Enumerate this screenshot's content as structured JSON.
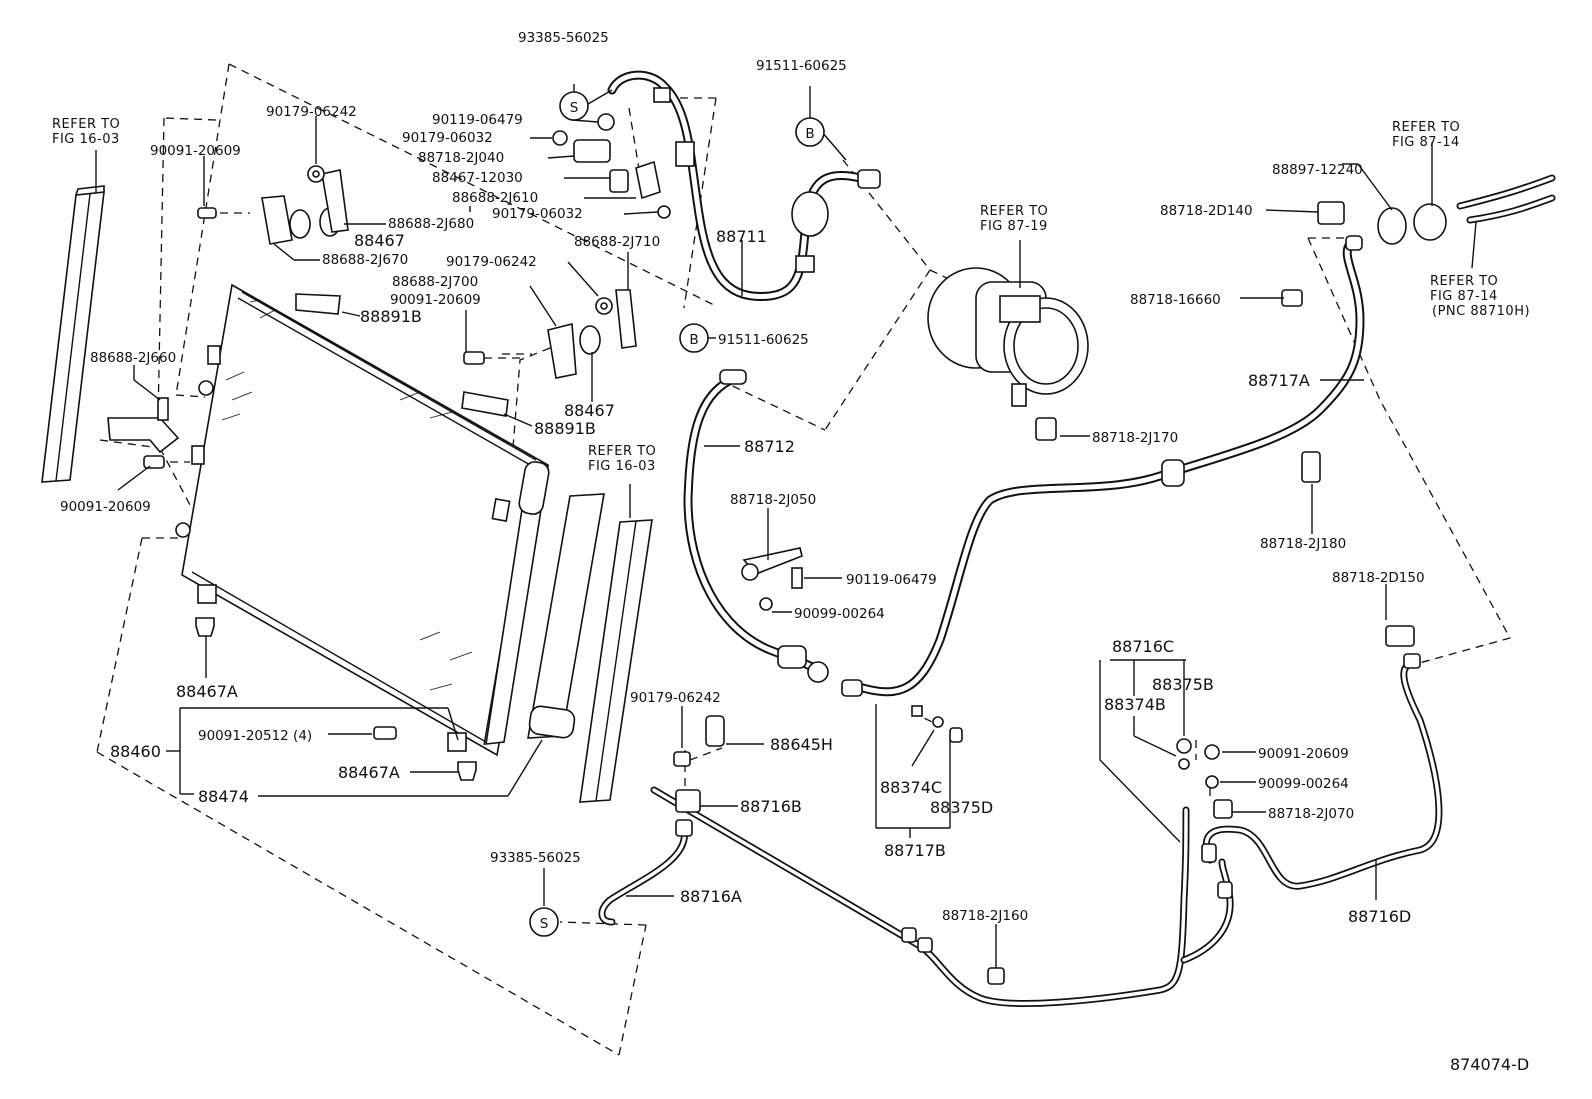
{
  "diagram_id": "874074-D",
  "refer_notes": {
    "fig_16_03_left": [
      "REFER TO",
      "FIG 16-03"
    ],
    "fig_16_03_mid": [
      "REFER TO",
      "FIG 16-03"
    ],
    "fig_87_19": [
      "REFER TO",
      "FIG 87-19"
    ],
    "fig_87_14_top": [
      "REFER TO",
      "FIG 87-14"
    ],
    "fig_87_14_bottom": [
      "REFER TO",
      "FIG 87-14",
      "(PNC 88710H)"
    ]
  },
  "symbols": {
    "s": "S",
    "b": "B"
  },
  "parts": {
    "p93385_56025_top": "93385-56025",
    "p93385_56025_bot": "93385-56025",
    "p91511_60625_top": "91511-60625",
    "p91511_60625_mid": "91511-60625",
    "p90179_06242_a": "90179-06242",
    "p90179_06242_b": "90179-06242",
    "p90179_06242_c": "90179-06242",
    "p90119_06479_a": "90119-06479",
    "p90119_06479_b": "90119-06479",
    "p90179_06032_a": "90179-06032",
    "p90179_06032_b": "90179-06032",
    "p88718_2J040": "88718-2J040",
    "p88467_12030": "88467-12030",
    "p88688_2J610": "88688-2J610",
    "p88688_2J680": "88688-2J680",
    "p88467_a": "88467",
    "p88467_b": "88467",
    "p88688_2J670": "88688-2J670",
    "p88688_2J710": "88688-2J710",
    "p88688_2J700": "88688-2J700",
    "p90091_20609_a": "90091-20609",
    "p90091_20609_b": "90091-20609",
    "p90091_20609_c": "90091-20609",
    "p90091_20609_d": "90091-20609",
    "p88891B_a": "88891B",
    "p88891B_b": "88891B",
    "p88688_2J660": "88688-2J660",
    "p88711": "88711",
    "p88712": "88712",
    "p88897_12240": "88897-12240",
    "p88718_2D140": "88718-2D140",
    "p88718_16660": "88718-16660",
    "p88717A": "88717A",
    "p88718_2J170": "88718-2J170",
    "p88718_2J180": "88718-2J180",
    "p88718_2J050": "88718-2J050",
    "p90099_00264_a": "90099-00264",
    "p90099_00264_b": "90099-00264",
    "p88718_2D150": "88718-2D150",
    "p88716C": "88716C",
    "p88375B": "88375B",
    "p88374B": "88374B",
    "p88718_2J070": "88718-2J070",
    "p88467A_a": "88467A",
    "p88467A_b": "88467A",
    "p88460": "88460",
    "p90091_20512": "90091-20512 (4)",
    "p88474": "88474",
    "p88645H": "88645H",
    "p88716B": "88716B",
    "p88374C": "88374C",
    "p88375D": "88375D",
    "p88717B": "88717B",
    "p88716A": "88716A",
    "p88718_2J160": "88718-2J160",
    "p88716D": "88716D"
  }
}
